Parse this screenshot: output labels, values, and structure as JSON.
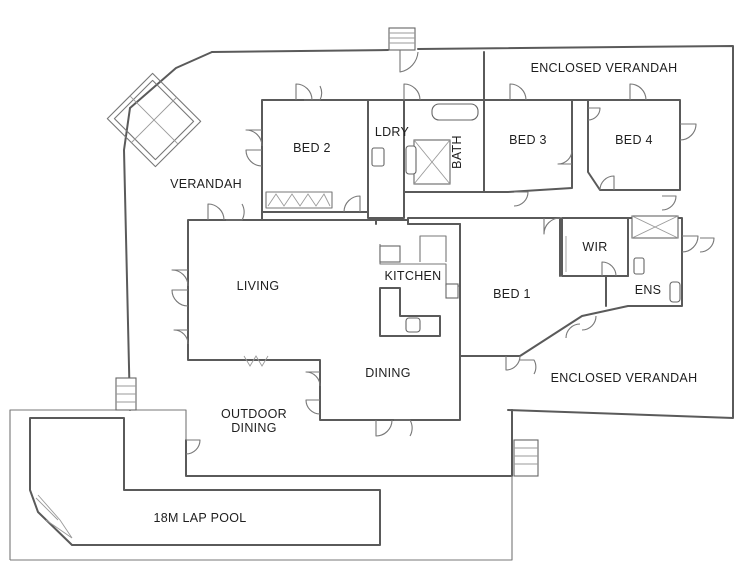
{
  "floor_plan": {
    "rooms": [
      {
        "id": "enclosed-verandah-top",
        "label": "ENCLOSED VERANDAH"
      },
      {
        "id": "bed-2",
        "label": "BED 2"
      },
      {
        "id": "ldry",
        "label": "LDRY"
      },
      {
        "id": "bath",
        "label": "BATH"
      },
      {
        "id": "bed-3",
        "label": "BED 3"
      },
      {
        "id": "bed-4",
        "label": "BED 4"
      },
      {
        "id": "verandah",
        "label": "VERANDAH"
      },
      {
        "id": "wir",
        "label": "WIR"
      },
      {
        "id": "living",
        "label": "LIVING"
      },
      {
        "id": "kitchen",
        "label": "KITCHEN"
      },
      {
        "id": "bed-1",
        "label": "BED 1"
      },
      {
        "id": "ens",
        "label": "ENS"
      },
      {
        "id": "dining",
        "label": "DINING"
      },
      {
        "id": "enclosed-verandah-bottom",
        "label": "ENCLOSED VERANDAH"
      },
      {
        "id": "outdoor-dining",
        "label": "OUTDOOR\nDINING"
      },
      {
        "id": "lap-pool",
        "label": "18M LAP POOL"
      }
    ]
  }
}
